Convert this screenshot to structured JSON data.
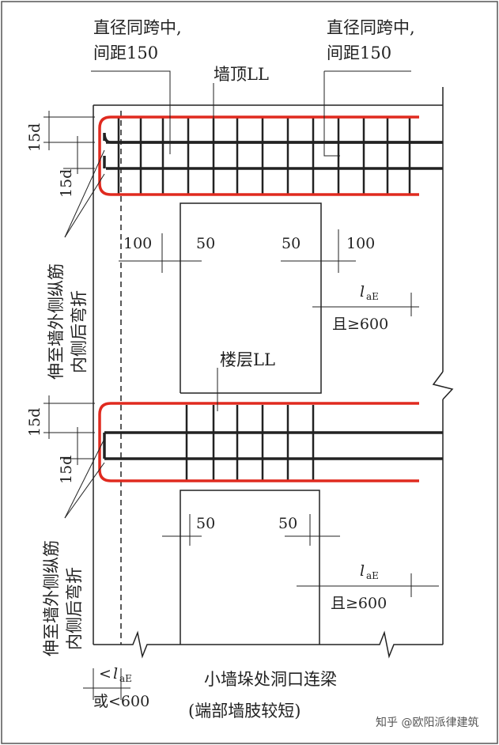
{
  "top_left_note": {
    "line1": "直径同跨中,",
    "line2": "间距150"
  },
  "top_right_note": {
    "line1": "直径同跨中,",
    "line2": "间距150"
  },
  "beam_top_label": "墙顶LL",
  "beam_floor_label": "楼层LL",
  "dim_15d": "15d",
  "dim_100": "100",
  "dim_50": "50",
  "lae_label": "l",
  "lae_sub": "aE",
  "lae_min": "且≥600",
  "side_note_upper": {
    "line1": "伸至墙外侧纵筋",
    "line2": "内侧后弯折"
  },
  "side_note_lower": {
    "line1": "伸至墙外侧纵筋",
    "line2": "内侧后弯折"
  },
  "bottom_dim": {
    "line1": "<",
    "line1_sub": "aE",
    "line2": "或<600"
  },
  "caption": {
    "line1": "小墙垛处洞口连梁",
    "line2": "(端部墙肢较短)"
  },
  "watermark": "知乎 @欧阳派律建筑",
  "colors": {
    "rebar_red": "#e02a1f",
    "line": "#222222"
  }
}
